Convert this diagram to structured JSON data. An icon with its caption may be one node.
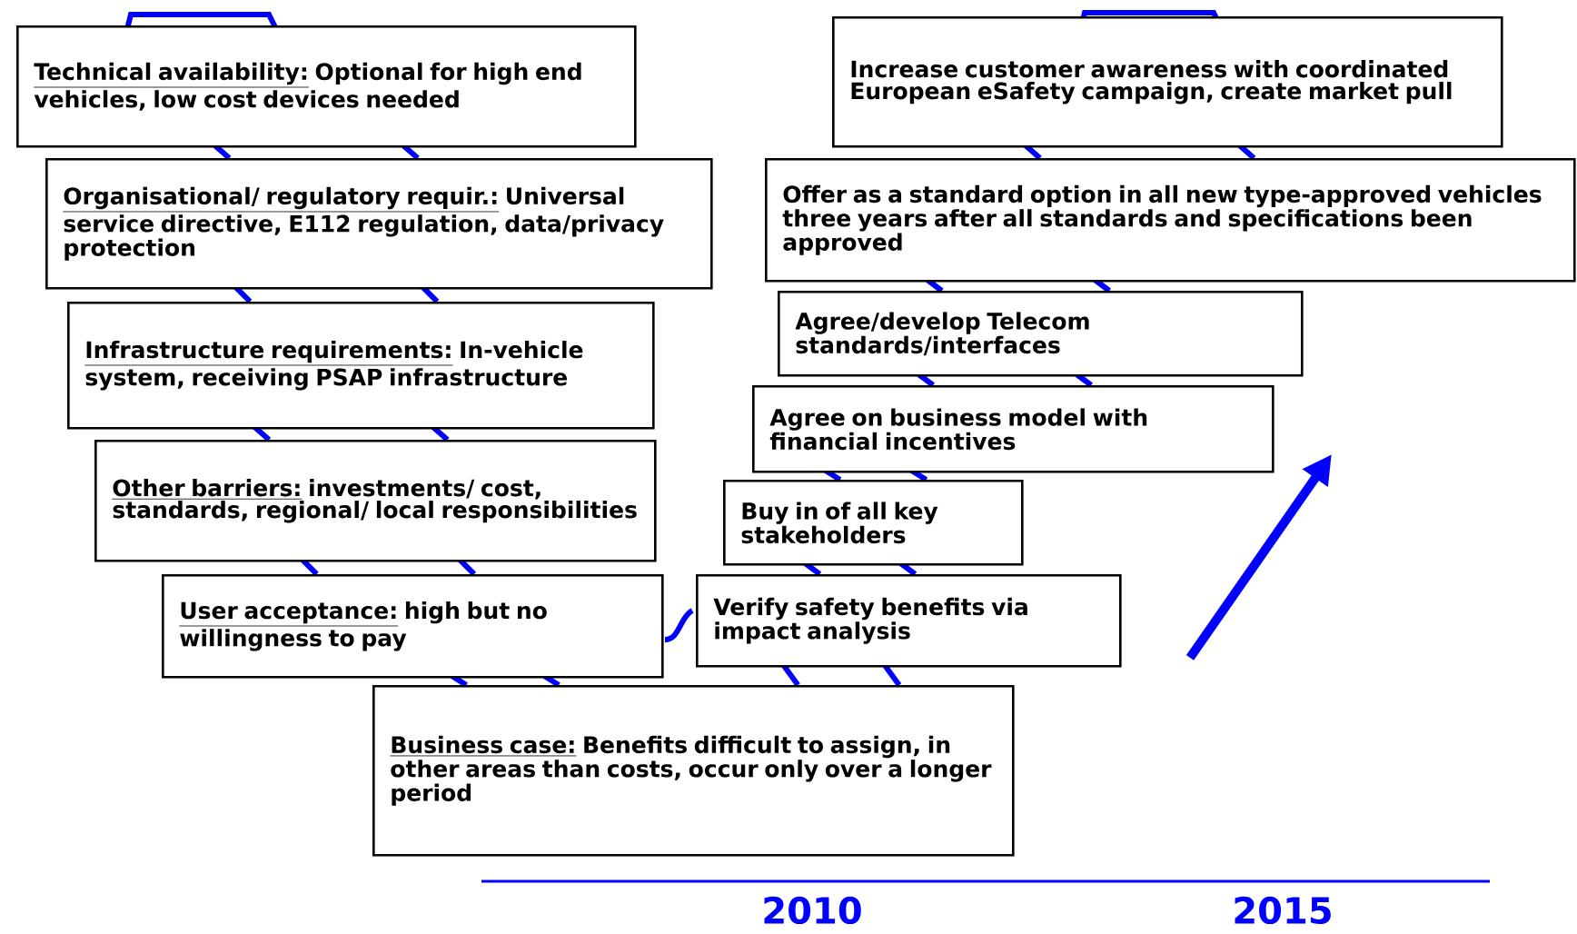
{
  "diagram": {
    "nodes": [
      {
        "text": [
          "Technical availability:",
          "Optional for high end vehicles, low cost devices needed"
        ]
      },
      {
        "text": [
          "Organisational/ regulatory requir.:",
          "Universal service directive, E112 regulation, data/privacy protection"
        ]
      },
      {
        "text": [
          "Infrastructure requirements:",
          "In-vehicle system, receiving PSAP infrastructure"
        ]
      },
      {
        "text": [
          "Other barriers:",
          "investments/ cost, standards, regional/ local responsibilities"
        ]
      },
      {
        "text": [
          "User acceptance:",
          "high but no willingness to pay"
        ]
      },
      {
        "text": [
          "Business case:",
          "Benefits difficult to assign, in other areas than costs, occur only over a longer period"
        ]
      },
      {
        "text": [
          "Verify safety benefits via impact analysis"
        ]
      },
      {
        "text": [
          "Buy in of all key stakeholders"
        ]
      },
      {
        "text": [
          "Agree on business model with financial incentives"
        ]
      },
      {
        "text": [
          "Agree/develop Telecom standards/interfaces"
        ]
      },
      {
        "text": [
          "Offer as a standard option in all new type-approved vehicles three years after all standards and specifications been approved"
        ]
      },
      {
        "text": [
          "Increase customer awareness with coordinated European eSafety campaign, create market pull"
        ]
      }
    ],
    "labels": [
      "2010",
      "2015"
    ]
  }
}
